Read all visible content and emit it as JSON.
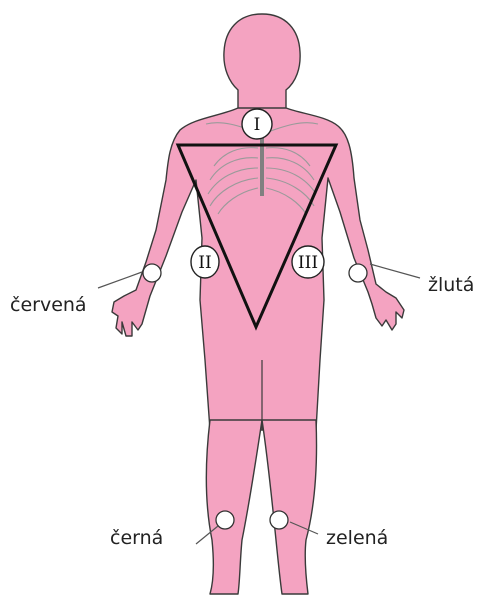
{
  "leads": {
    "I": "I",
    "II": "II",
    "III": "III"
  },
  "electrodes": {
    "right_arm": "červená",
    "left_arm": "žlutá",
    "right_leg": "černá",
    "left_leg": "zelená"
  },
  "colors": {
    "skin": "#f4a3c1",
    "outline": "#3a3a3a",
    "triangle": "#111111",
    "electrode_fill": "#ffffff",
    "ribcage": "#d9d9d9"
  }
}
